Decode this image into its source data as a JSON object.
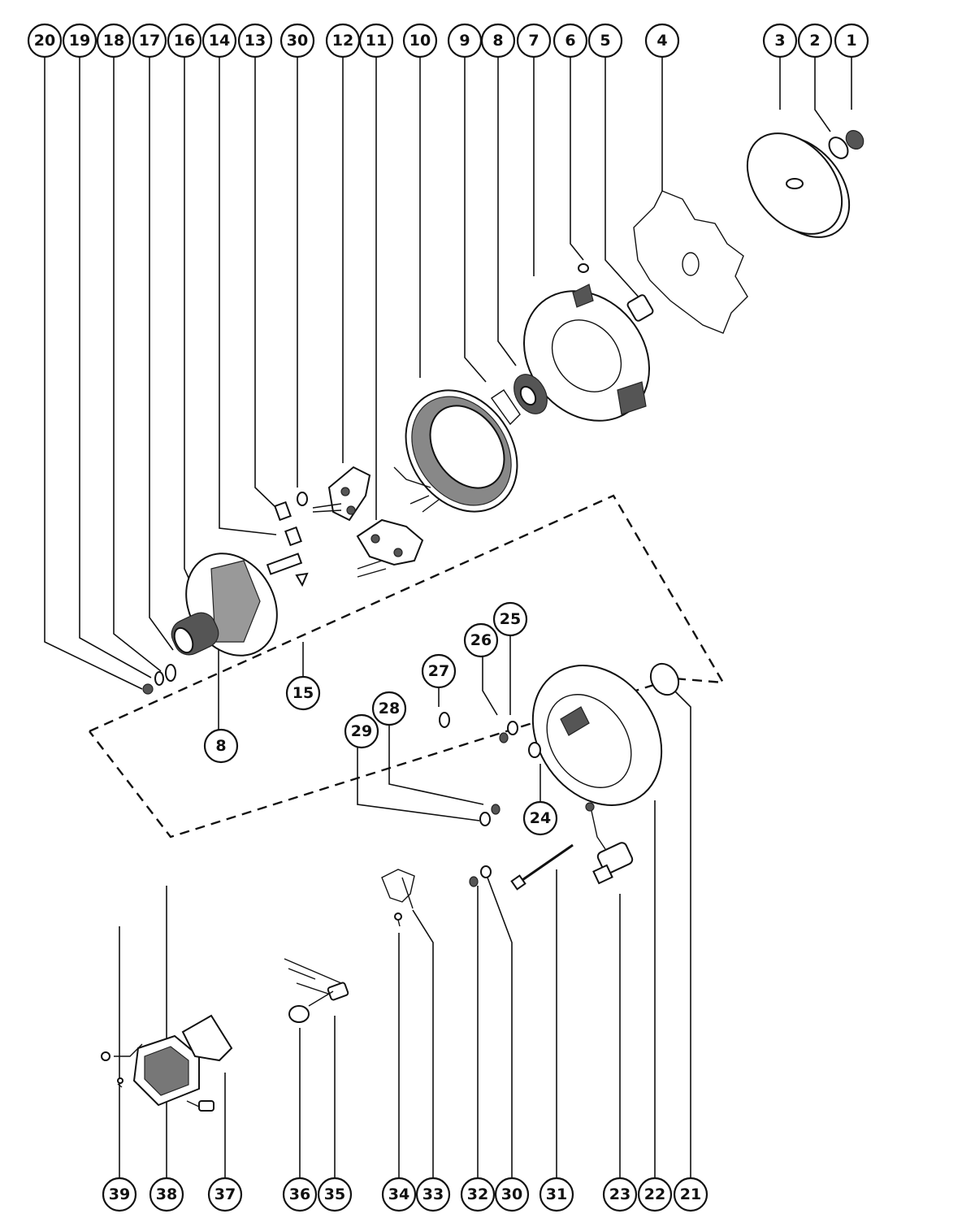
{
  "diagram": {
    "callouts": [
      {
        "id": "c20",
        "label": "20"
      },
      {
        "id": "c19",
        "label": "19"
      },
      {
        "id": "c18",
        "label": "18"
      },
      {
        "id": "c17",
        "label": "17"
      },
      {
        "id": "c16",
        "label": "16"
      },
      {
        "id": "c14",
        "label": "14"
      },
      {
        "id": "c13",
        "label": "13"
      },
      {
        "id": "c30a",
        "label": "30"
      },
      {
        "id": "c12",
        "label": "12"
      },
      {
        "id": "c11",
        "label": "11"
      },
      {
        "id": "c10",
        "label": "10"
      },
      {
        "id": "c9",
        "label": "9"
      },
      {
        "id": "c8a",
        "label": "8"
      },
      {
        "id": "c7",
        "label": "7"
      },
      {
        "id": "c6",
        "label": "6"
      },
      {
        "id": "c5",
        "label": "5"
      },
      {
        "id": "c4",
        "label": "4"
      },
      {
        "id": "c3",
        "label": "3"
      },
      {
        "id": "c2",
        "label": "2"
      },
      {
        "id": "c1",
        "label": "1"
      },
      {
        "id": "c15",
        "label": "15"
      },
      {
        "id": "c8b",
        "label": "8"
      },
      {
        "id": "c25",
        "label": "25"
      },
      {
        "id": "c26",
        "label": "26"
      },
      {
        "id": "c27",
        "label": "27"
      },
      {
        "id": "c28",
        "label": "28"
      },
      {
        "id": "c29",
        "label": "29"
      },
      {
        "id": "c24",
        "label": "24"
      },
      {
        "id": "c39",
        "label": "39"
      },
      {
        "id": "c38",
        "label": "38"
      },
      {
        "id": "c37",
        "label": "37"
      },
      {
        "id": "c36",
        "label": "36"
      },
      {
        "id": "c35",
        "label": "35"
      },
      {
        "id": "c34",
        "label": "34"
      },
      {
        "id": "c33",
        "label": "33"
      },
      {
        "id": "c32",
        "label": "32"
      },
      {
        "id": "c30b",
        "label": "30"
      },
      {
        "id": "c31",
        "label": "31"
      },
      {
        "id": "c23",
        "label": "23"
      },
      {
        "id": "c22",
        "label": "22"
      },
      {
        "id": "c21",
        "label": "21"
      }
    ]
  }
}
